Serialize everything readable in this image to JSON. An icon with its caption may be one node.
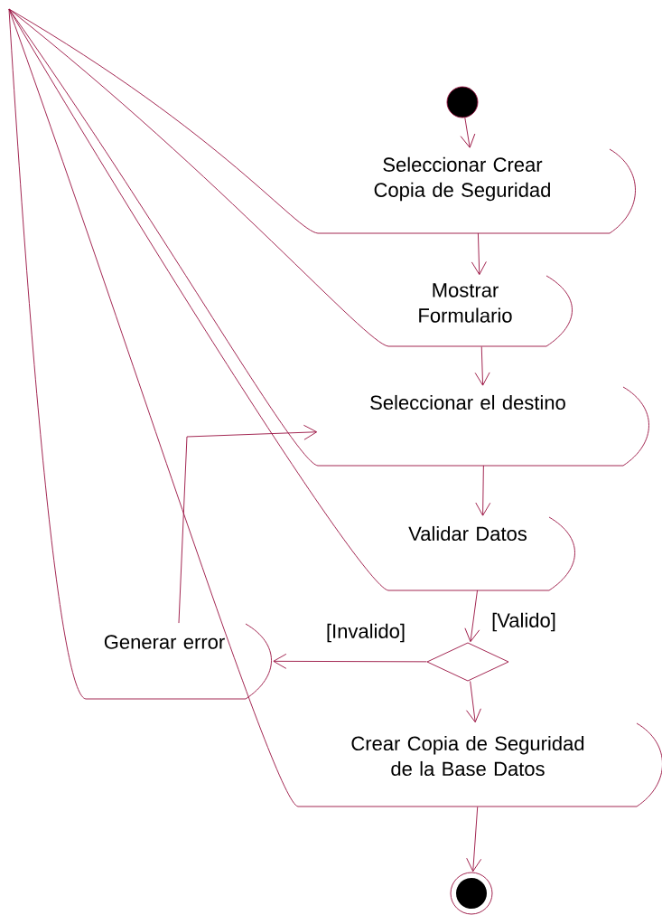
{
  "diagram": {
    "nodes": [
      {
        "text": [],
        "shape": "circle"
      },
      {
        "text": [
          "Seleccionar Crear Copia de Seguridad"
        ]
      },
      {
        "text": [
          "Mostrar Formulario"
        ]
      },
      {
        "text": [
          "Seleccionar el destino"
        ]
      },
      {
        "text": [
          "Validar Datos"
        ]
      },
      {
        "text": [
          "Generar error"
        ]
      },
      {
        "text": [],
        "shape": "diamond"
      },
      {
        "text": [
          "Crear Copia de Seguridad de la Base Datos"
        ]
      },
      {
        "text": [],
        "shape": "circle"
      }
    ],
    "edges": [
      {
        "from": 0,
        "to": 1,
        "arrow": "to"
      },
      {
        "from": 1,
        "to": 2,
        "arrow": "to"
      },
      {
        "from": 2,
        "to": 3,
        "arrow": "to"
      },
      {
        "from": 3,
        "to": 4,
        "arrow": "to"
      },
      {
        "from": 4,
        "to": 6,
        "arrow": "to",
        "label": "[Valido]"
      },
      {
        "from": 6,
        "to": 5,
        "arrow": "to",
        "label": "[Invalido]"
      },
      {
        "from": 6,
        "to": 7,
        "arrow": "to"
      },
      {
        "from": 7,
        "to": 8,
        "arrow": "to"
      },
      {
        "from": 5,
        "to": 3,
        "arrow": "to"
      }
    ]
  }
}
